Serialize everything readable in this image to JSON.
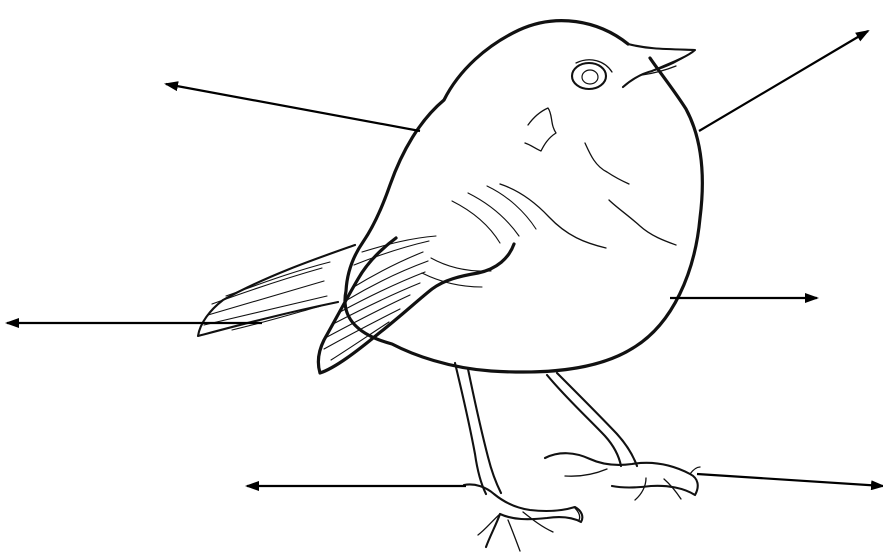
{
  "diagram": {
    "subject": "robin-line-drawing",
    "colors": {
      "ink": "#111111",
      "background": "#ffffff",
      "arrows": "#000000"
    },
    "label_arrows": [
      {
        "id": "head-arrow",
        "points_to": "head"
      },
      {
        "id": "back-arrow",
        "points_to": "back"
      },
      {
        "id": "tail-arrow",
        "points_to": "tail"
      },
      {
        "id": "belly-arrow",
        "points_to": "belly"
      },
      {
        "id": "left-foot-arrow",
        "points_to": "left-foot"
      },
      {
        "id": "right-foot-arrow",
        "points_to": "right-foot"
      }
    ]
  }
}
